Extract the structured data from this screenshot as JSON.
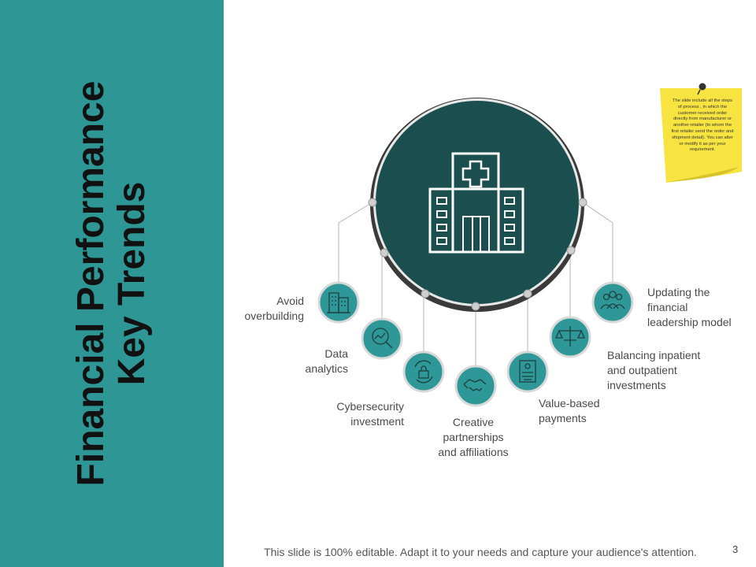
{
  "title": "Financial Performance Key Trends",
  "center_icon": "hospital-icon",
  "items": [
    {
      "label": "Avoid\noverbuilding",
      "icon": "buildings-icon"
    },
    {
      "label": "Data\nanalytics",
      "icon": "magnifier-chart-icon"
    },
    {
      "label": "Cybersecurity\ninvestment",
      "icon": "lock-refresh-icon"
    },
    {
      "label": "Creative\npartnerships\nand affiliations",
      "icon": "handshake-icon"
    },
    {
      "label": "Value-based\npayments",
      "icon": "invoice-icon"
    },
    {
      "label": "Balancing inpatient\nand outpatient\ninvestments",
      "icon": "scale-icon"
    },
    {
      "label": "Updating the\nfinancial\nleadership model",
      "icon": "people-group-icon"
    }
  ],
  "note": "The slide include all the steps of process , in which the customer received order directly from manufacturer or another retailer (to whom the first retailer send the order and shipment detail). You can alter or modify it as per your requirement.",
  "footer": "This slide is 100% editable. Adapt it to your needs and capture your audience's attention.",
  "page_number": "3",
  "colors": {
    "sidebar": "#2f9696",
    "hub": "#1b4f4f",
    "hub_shadow": "#3a3a3a",
    "item": "#2e9797"
  }
}
